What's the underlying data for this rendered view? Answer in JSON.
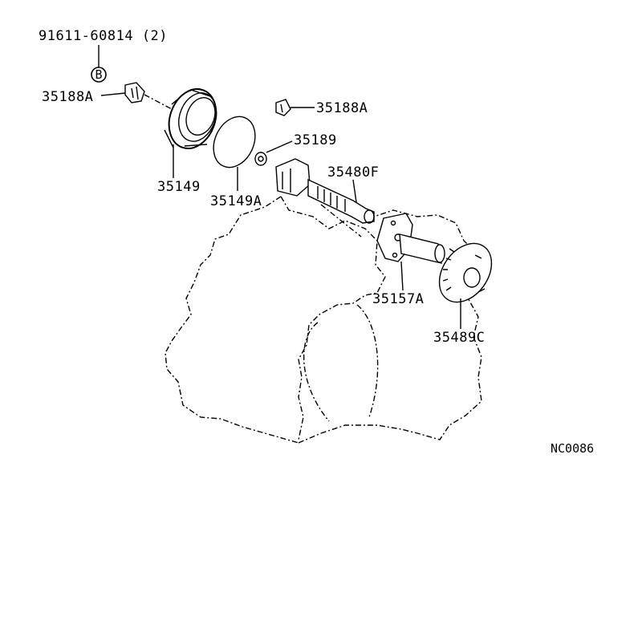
{
  "diagram": {
    "reference_code": "NC0086",
    "callouts": {
      "bolt": "91611-60814 (2)",
      "bolt_marker": "B",
      "clip_left": "35188A",
      "clip_right": "35188A",
      "seal": "35149",
      "oring": "35149A",
      "nut": "35189",
      "shaft": "35480F",
      "gear_housing": "35157A",
      "gear": "35489C"
    }
  }
}
